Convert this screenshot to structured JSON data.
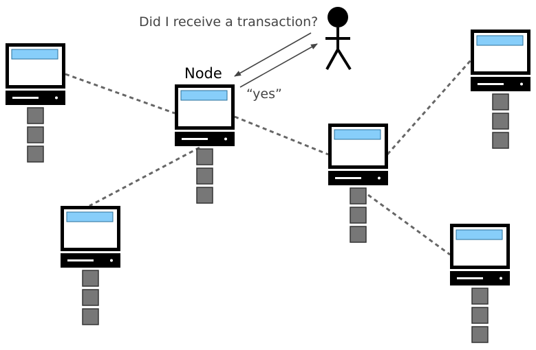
{
  "labels": {
    "question": "Did I receive a transaction?",
    "answer": "“yes”",
    "node": "Node"
  },
  "computers": [
    {
      "id": "top-left"
    },
    {
      "id": "center-node"
    },
    {
      "id": "middle-right"
    },
    {
      "id": "top-right"
    },
    {
      "id": "bottom-left"
    },
    {
      "id": "bottom-right"
    }
  ],
  "connections": [
    [
      "top-left",
      "center-node"
    ],
    [
      "center-node",
      "middle-right"
    ],
    [
      "center-node",
      "bottom-left"
    ],
    [
      "middle-right",
      "top-right"
    ],
    [
      "middle-right",
      "bottom-right"
    ]
  ],
  "colors": {
    "monitor": "#000000",
    "screen": "#ffffff",
    "screen_bar": "#87cefa",
    "block": "#777777",
    "connector": "#666666",
    "arrow": "#444444",
    "text": "#444444"
  },
  "icons": [
    "computer-icon",
    "person-icon",
    "arrow-icon",
    "block-icon"
  ]
}
